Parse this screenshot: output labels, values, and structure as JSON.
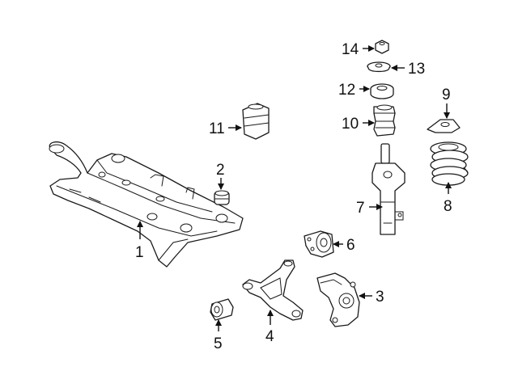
{
  "diagram": {
    "background": "#ffffff",
    "line_color": "#1a1a1a",
    "callouts": [
      {
        "id": "1",
        "label": "1"
      },
      {
        "id": "2",
        "label": "2"
      },
      {
        "id": "3",
        "label": "3"
      },
      {
        "id": "4",
        "label": "4"
      },
      {
        "id": "5",
        "label": "5"
      },
      {
        "id": "6",
        "label": "6"
      },
      {
        "id": "7",
        "label": "7"
      },
      {
        "id": "8",
        "label": "8"
      },
      {
        "id": "9",
        "label": "9"
      },
      {
        "id": "10",
        "label": "10"
      },
      {
        "id": "11",
        "label": "11"
      },
      {
        "id": "12",
        "label": "12"
      },
      {
        "id": "13",
        "label": "13"
      },
      {
        "id": "14",
        "label": "14"
      }
    ]
  }
}
